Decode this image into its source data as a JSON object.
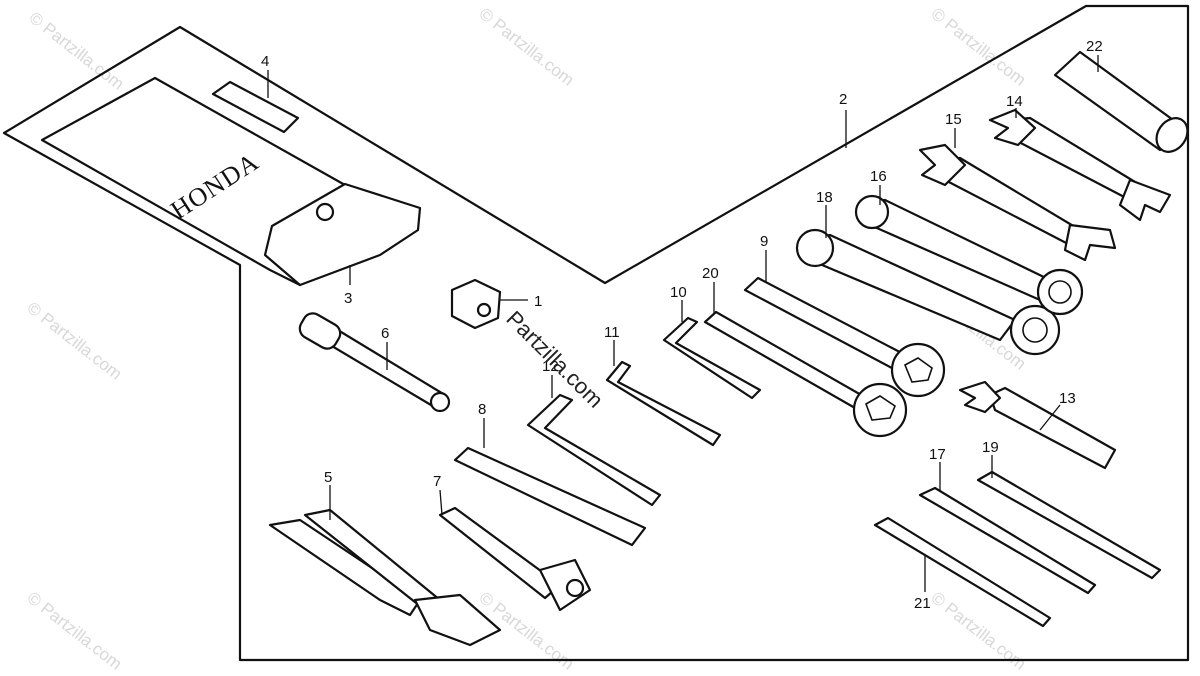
{
  "diagram": {
    "brand_text": "HONDA",
    "watermark_text": "© Partzilla.com",
    "center_watermark_text": "Partzilla.com",
    "callouts": [
      {
        "id": "1",
        "label": "1"
      },
      {
        "id": "2",
        "label": "2"
      },
      {
        "id": "3",
        "label": "3"
      },
      {
        "id": "4",
        "label": "4"
      },
      {
        "id": "5",
        "label": "5"
      },
      {
        "id": "6",
        "label": "6"
      },
      {
        "id": "7",
        "label": "7"
      },
      {
        "id": "8",
        "label": "8"
      },
      {
        "id": "9",
        "label": "9"
      },
      {
        "id": "10",
        "label": "10"
      },
      {
        "id": "11",
        "label": "11"
      },
      {
        "id": "12",
        "label": "12"
      },
      {
        "id": "13",
        "label": "13"
      },
      {
        "id": "14",
        "label": "14"
      },
      {
        "id": "15",
        "label": "15"
      },
      {
        "id": "16",
        "label": "16"
      },
      {
        "id": "17",
        "label": "17"
      },
      {
        "id": "18",
        "label": "18"
      },
      {
        "id": "19",
        "label": "19"
      },
      {
        "id": "20",
        "label": "20"
      },
      {
        "id": "21",
        "label": "21"
      },
      {
        "id": "22",
        "label": "22"
      }
    ]
  }
}
